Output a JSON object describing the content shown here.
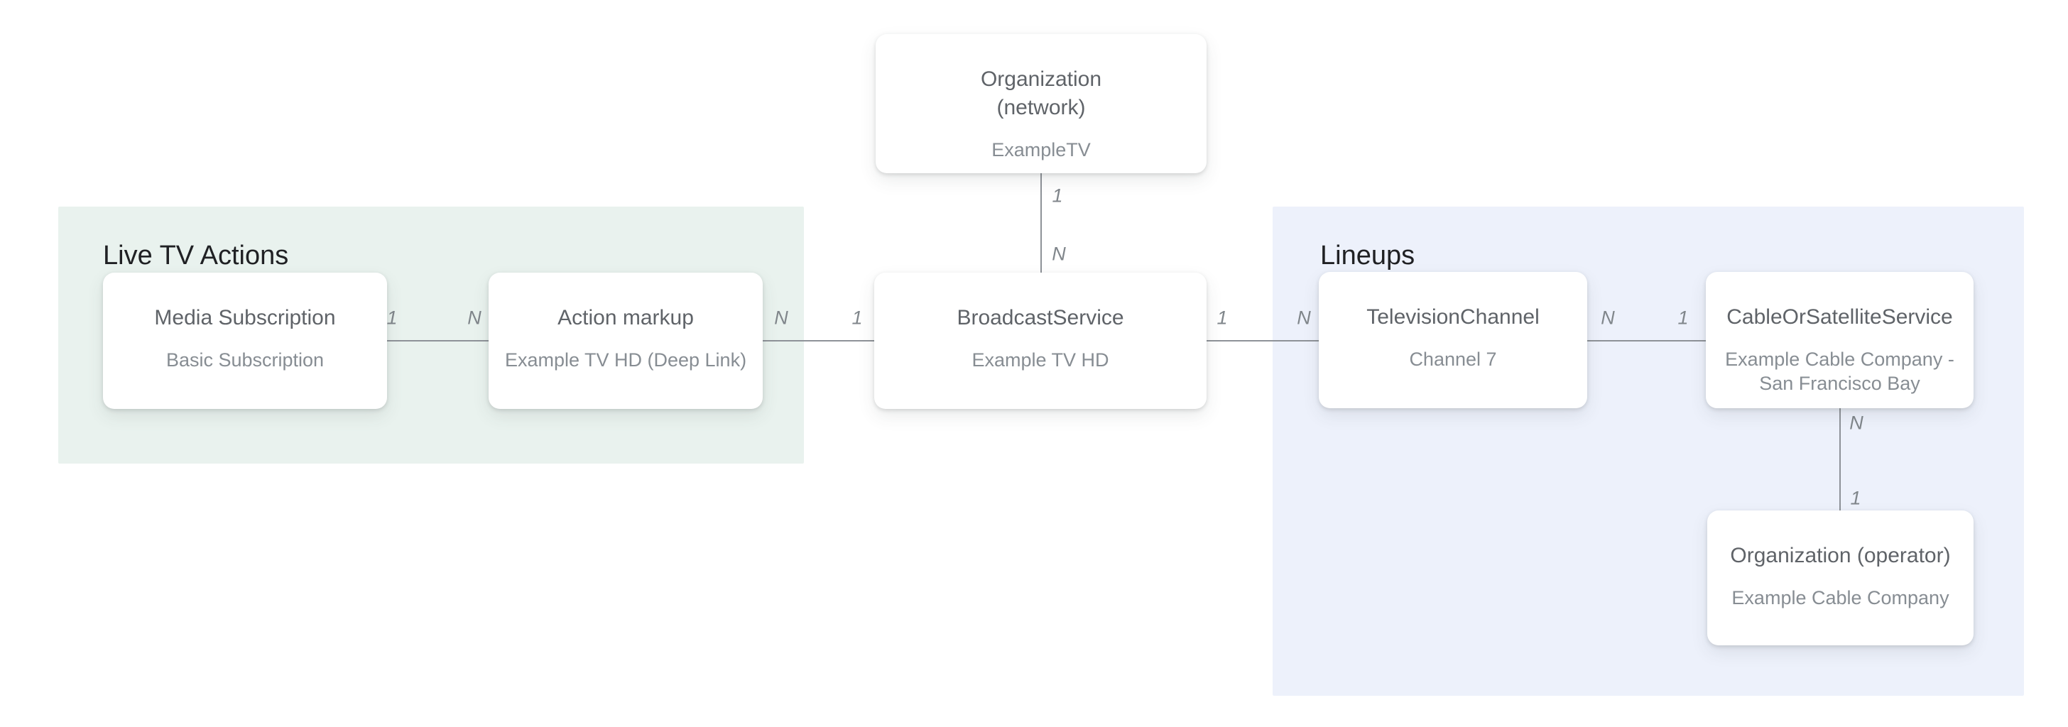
{
  "groups": {
    "live_tv_actions": {
      "label": "Live TV Actions",
      "background": "#E9F2EE"
    },
    "lineups": {
      "label": "Lineups",
      "background": "#EDF1FB"
    }
  },
  "nodes": {
    "organization_network": {
      "title": "Organization\n(network)",
      "subtitle": "ExampleTV"
    },
    "media_subscription": {
      "title": "Media Subscription",
      "subtitle": "Basic Subscription"
    },
    "action_markup": {
      "title": "Action markup",
      "subtitle": "Example TV HD (Deep Link)"
    },
    "broadcast_service": {
      "title": "BroadcastService",
      "subtitle": "Example TV HD"
    },
    "television_channel": {
      "title": "TelevisionChannel",
      "subtitle": "Channel 7"
    },
    "cable_or_satellite_service": {
      "title": "CableOrSatelliteService",
      "subtitle": "Example Cable Company - San Francisco Bay"
    },
    "organization_operator": {
      "title": "Organization (operator)",
      "subtitle": "Example Cable Company"
    }
  },
  "edges": {
    "media_to_action": {
      "start_label": "1",
      "end_label": "N"
    },
    "action_to_broadcast": {
      "start_label": "N",
      "end_label": "1"
    },
    "network_to_broadcast": {
      "start_label": "1",
      "end_label": "N"
    },
    "broadcast_to_channel": {
      "start_label": "1",
      "end_label": "N"
    },
    "channel_to_cable": {
      "start_label": "N",
      "end_label": "1"
    },
    "cable_to_operator": {
      "start_label": "N",
      "end_label": "1"
    }
  },
  "colors": {
    "group_live_tv_background": "#E9F2EE",
    "group_lineups_background": "#EDF1FB",
    "node_background": "#FFFFFF",
    "node_title": "#5F6368",
    "node_subtitle": "#878D93",
    "edge_line": "#8E9298",
    "edge_label": "#80868B",
    "group_heading": "#202124",
    "page_background": "#FFFFFF"
  }
}
